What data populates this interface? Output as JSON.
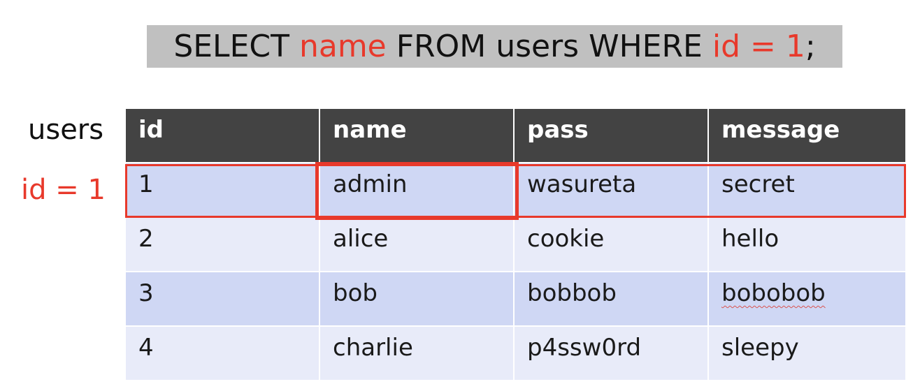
{
  "query": {
    "parts": [
      {
        "text": "SELECT ",
        "highlight": false
      },
      {
        "text": "name",
        "highlight": true
      },
      {
        "text": " FROM users WHERE ",
        "highlight": false
      },
      {
        "text": "id = 1",
        "highlight": true
      },
      {
        "text": ";",
        "highlight": false
      }
    ]
  },
  "labels": {
    "table_name": "users",
    "row_filter": "id = 1"
  },
  "table": {
    "columns": [
      "id",
      "name",
      "pass",
      "message"
    ],
    "rows": [
      [
        "1",
        "admin",
        "wasureta",
        "secret"
      ],
      [
        "2",
        "alice",
        "cookie",
        "hello"
      ],
      [
        "3",
        "bob",
        "bobbob",
        "bobobob"
      ],
      [
        "4",
        "charlie",
        "p4ssw0rd",
        "sleepy"
      ]
    ],
    "highlighted_row_index": 0,
    "highlighted_column": "name"
  },
  "colors": {
    "highlight": "#e8392b",
    "header_bg": "#434343",
    "row_dark": "#cfd7f4",
    "row_light": "#e8ebf9",
    "query_bg": "#c0c0c0"
  }
}
